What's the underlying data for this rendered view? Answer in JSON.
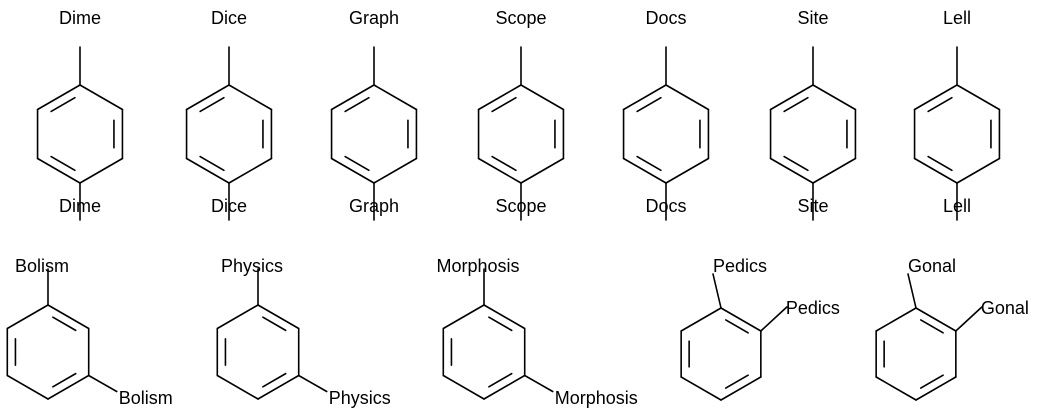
{
  "diagram": {
    "para_structures": [
      {
        "top_label": "Dime",
        "bottom_label": "Dime"
      },
      {
        "top_label": "Dice",
        "bottom_label": "Dice"
      },
      {
        "top_label": "Graph",
        "bottom_label": "Graph"
      },
      {
        "top_label": "Scope",
        "bottom_label": "Scope"
      },
      {
        "top_label": "Docs",
        "bottom_label": "Docs"
      },
      {
        "top_label": "Site",
        "bottom_label": "Site"
      },
      {
        "top_label": "Lell",
        "bottom_label": "Lell"
      }
    ],
    "meta_structures": [
      {
        "top_label": "Bolism",
        "side_label": "Bolism"
      },
      {
        "top_label": "Physics",
        "side_label": "Physics"
      },
      {
        "top_label": "Morphosis",
        "side_label": "Morphosis"
      }
    ],
    "ortho_structures": [
      {
        "top_label": "Pedics",
        "side_label": "Pedics"
      },
      {
        "top_label": "Gonal",
        "side_label": "Gonal"
      }
    ]
  }
}
